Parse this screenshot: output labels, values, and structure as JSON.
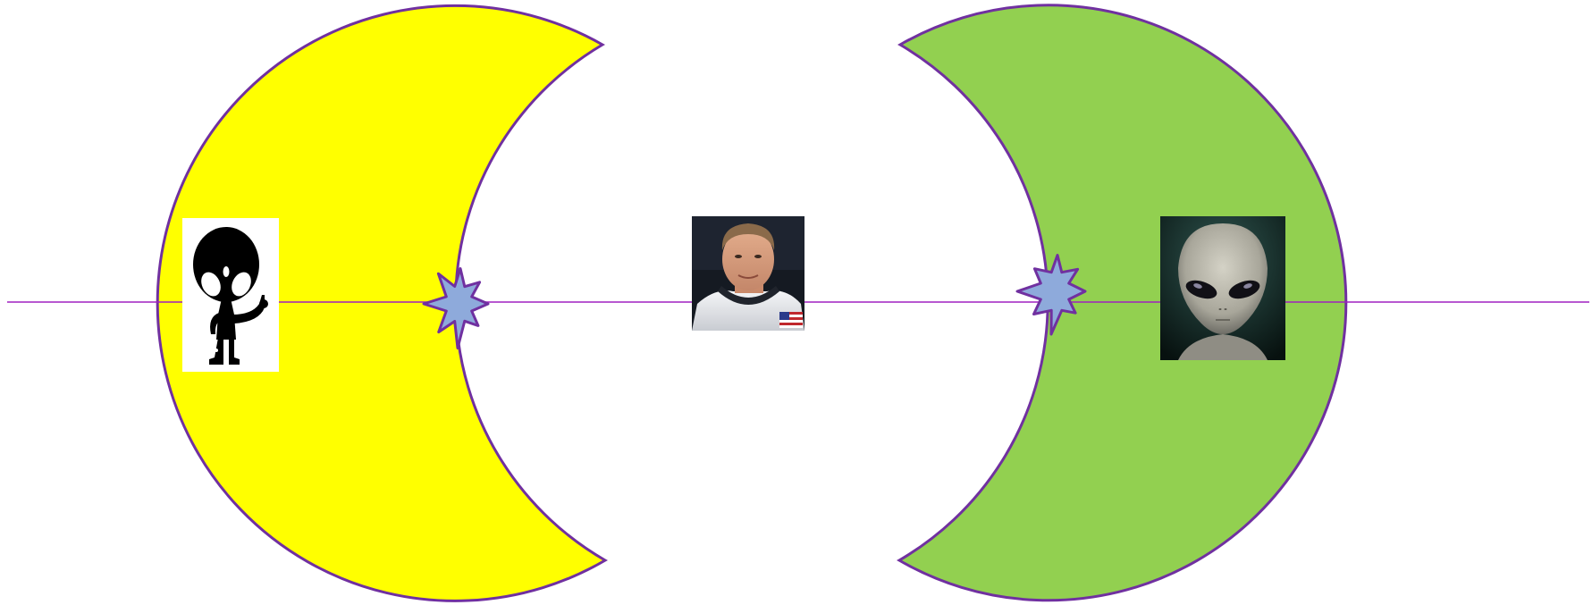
{
  "colors": {
    "background": "#ffffff",
    "left_crescent_fill": "#ffff00",
    "right_crescent_fill": "#92d050",
    "outline": "#7030a0",
    "axis_line": "#a020c0",
    "starburst_fill": "#8eaadb",
    "starburst_stroke": "#7030a0"
  },
  "figures": {
    "left": {
      "icon": "cartoon-alien-silhouette"
    },
    "center": {
      "icon": "astronaut-portrait"
    },
    "right": {
      "icon": "grey-alien-portrait"
    }
  },
  "markers": {
    "left": {
      "icon": "starburst-icon"
    },
    "right": {
      "icon": "starburst-icon"
    }
  }
}
